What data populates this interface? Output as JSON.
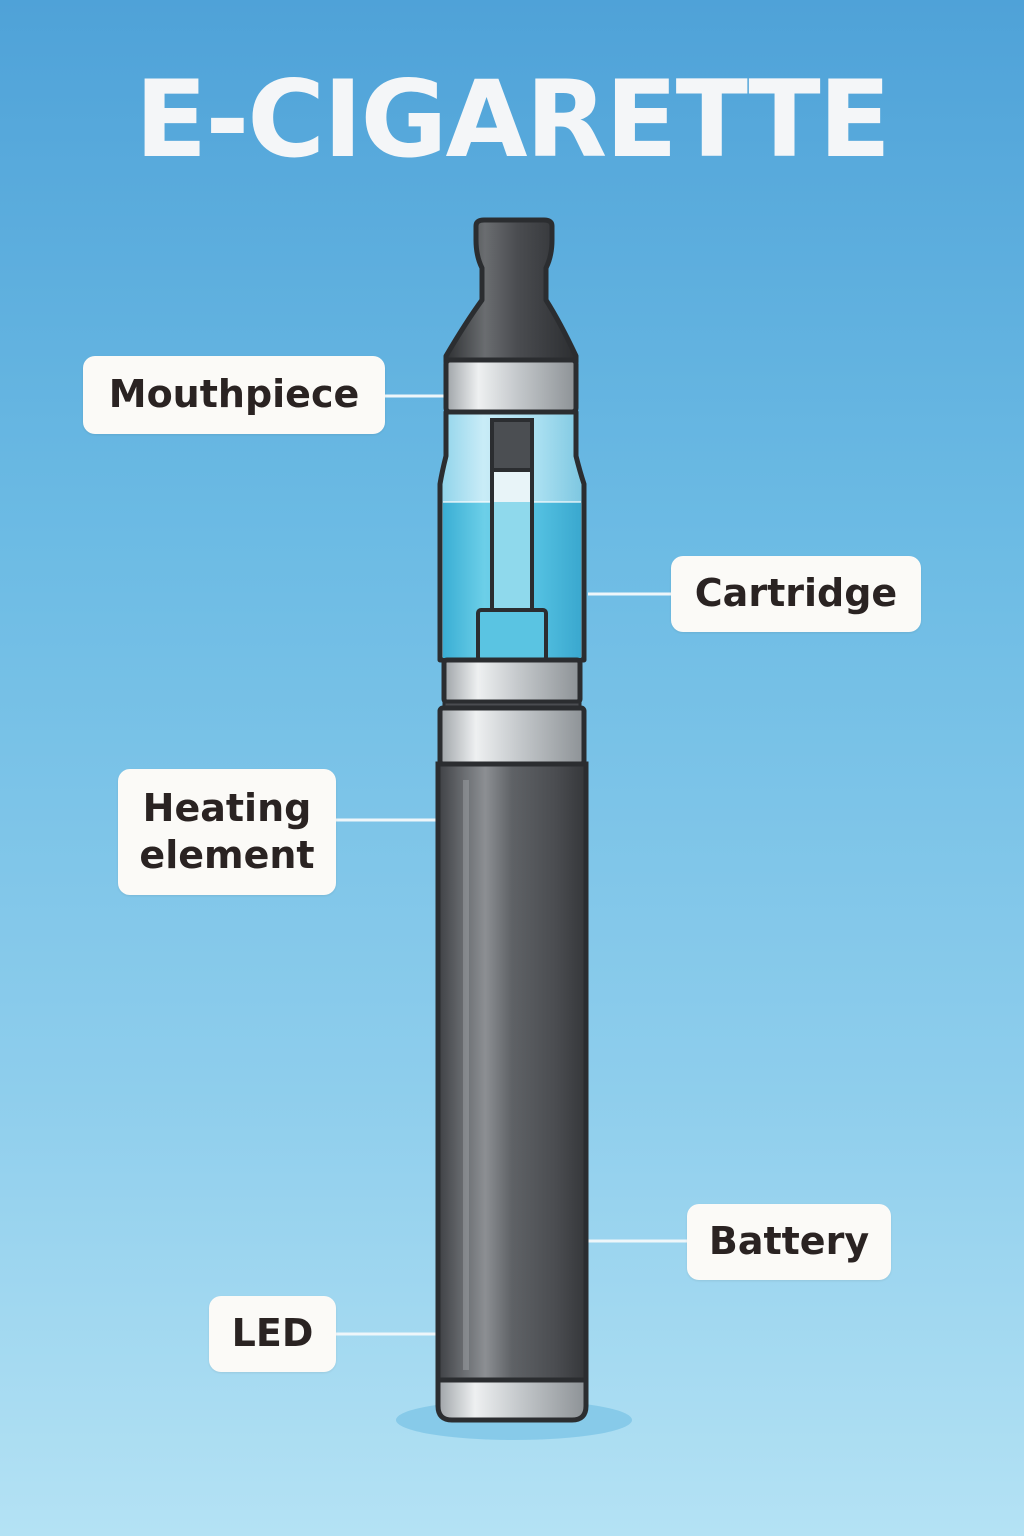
{
  "title": "E-CIGARETTE",
  "labels": {
    "mouthpiece": "Mouthpiece",
    "cartridge": "Cartridge",
    "heating_line1": "Heating",
    "heating_line2": "element",
    "battery": "Battery",
    "led": "LED"
  },
  "colors": {
    "background_top": "#4fa2d8",
    "background_bottom": "#b4e2f4",
    "body_dark": "#4a4c50",
    "liquid": "#58c1df",
    "metal": "#c8cccf",
    "outline": "#2b2d30"
  }
}
